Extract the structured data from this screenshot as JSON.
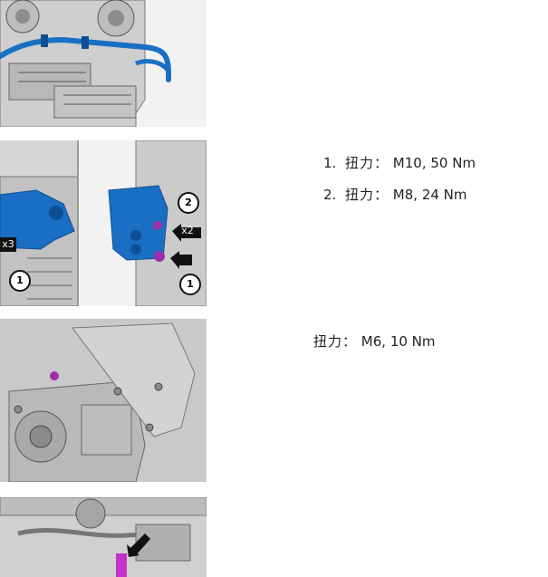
{
  "figures": {
    "fig2_callouts": {
      "c1": "1",
      "c2": "2",
      "qty_left": "x3",
      "qty_right": "x2"
    }
  },
  "torque_steps": [
    {
      "num": "1.",
      "label": "扭力：",
      "value": "M10, 50 Nm"
    },
    {
      "num": "2.",
      "label": "扭力：",
      "value": "M8, 24 Nm"
    }
  ],
  "torque_single": {
    "label": "扭力：",
    "value": "M6, 10 Nm"
  },
  "colors": {
    "highlight_blue": "#1a6fc4",
    "bolt_purple": "#9b2fa8",
    "arrow": "#111111"
  }
}
